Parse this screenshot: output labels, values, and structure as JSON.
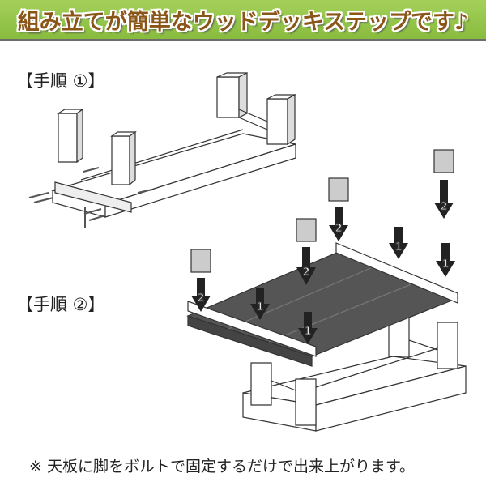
{
  "banner": {
    "title": "組み立てが簡単なウッドデッキステップです♪"
  },
  "steps": [
    {
      "label": "【手順 ①】"
    },
    {
      "label": "【手順 ②】"
    }
  ],
  "arrows": {
    "one": "1",
    "two": "2"
  },
  "note": "※ 天板に脚をボルトで固定するだけで出来上がります。",
  "colors": {
    "banner": "#8cc040",
    "title": "#8a5516",
    "board": "#555555"
  }
}
